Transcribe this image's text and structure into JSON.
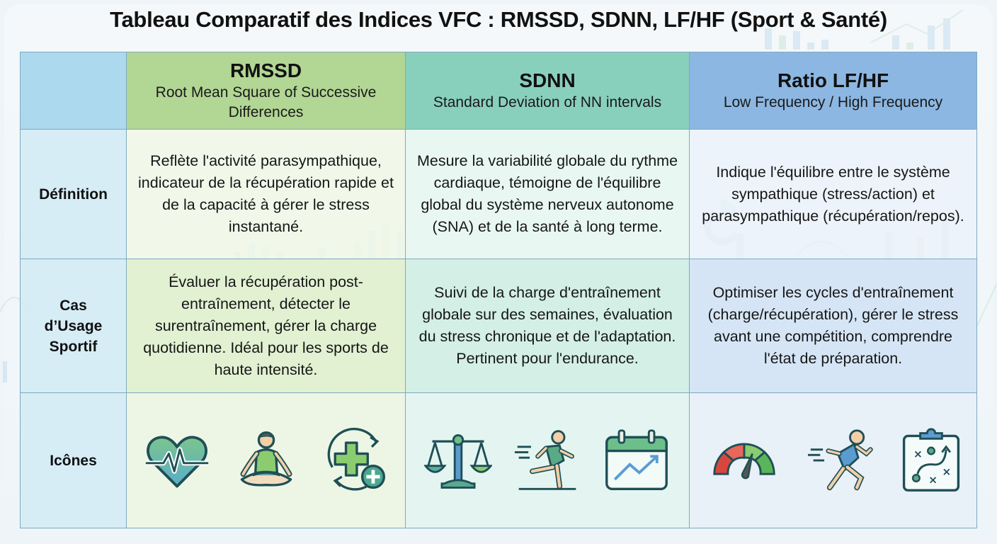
{
  "title": "Tableau Comparatif des Indices VFC : RMSSD, SDNN, LF/HF (Sport & Santé)",
  "columns": [
    {
      "key": "rmssd",
      "title": "RMSSD",
      "subtitle": "Root Mean Square of Successive Differences",
      "color": "#b2d694"
    },
    {
      "key": "sdnn",
      "title": "SDNN",
      "subtitle": "Standard Deviation of NN intervals",
      "color": "#89d0bc"
    },
    {
      "key": "ratio",
      "title": "Ratio LF/HF",
      "subtitle": "Low Frequency / High Frequency",
      "color": "#8cb7e2"
    }
  ],
  "rows": {
    "definition": {
      "label": "Définition",
      "cells": [
        "Reflète l'activité parasympathique, indicateur de la récupération rapide et de la capacité à gérer le stress instantané.",
        "Mesure la variabilité globale du rythme cardiaque, témoigne de l'équilibre global du système nerveux autonome (SNA) et de la santé à long terme.",
        "Indique l'équilibre entre le système sympathique (stress/action) et parasympathique (récupération/repos)."
      ]
    },
    "usage": {
      "label": "Cas d’Usage Sportif",
      "cells": [
        "Évaluer la récupération post-entraînement, détecter le surentraînement, gérer la charge quotidienne. Idéal pour les sports de haute intensité.",
        "Suivi de la charge d'entraînement globale sur des semaines, évaluation du stress chronique et de l'adaptation. Pertinent pour l'endurance.",
        "Optimiser les cycles d'entraînement (charge/récupération), gérer le stress avant une compétition, comprendre l'état de préparation."
      ]
    },
    "icons": {
      "label": "Icônes",
      "cells": [
        [
          "heart-pulse-icon",
          "meditation-icon",
          "recovery-cycle-icon"
        ],
        [
          "balance-scale-icon",
          "runner-icon",
          "calendar-trend-icon"
        ],
        [
          "gauge-icon",
          "sprinter-icon",
          "strategy-clipboard-icon"
        ]
      ]
    }
  },
  "colors": {
    "label_column": "#acd9ee",
    "border": "#7fa9bf",
    "background": "#eef4f8"
  }
}
